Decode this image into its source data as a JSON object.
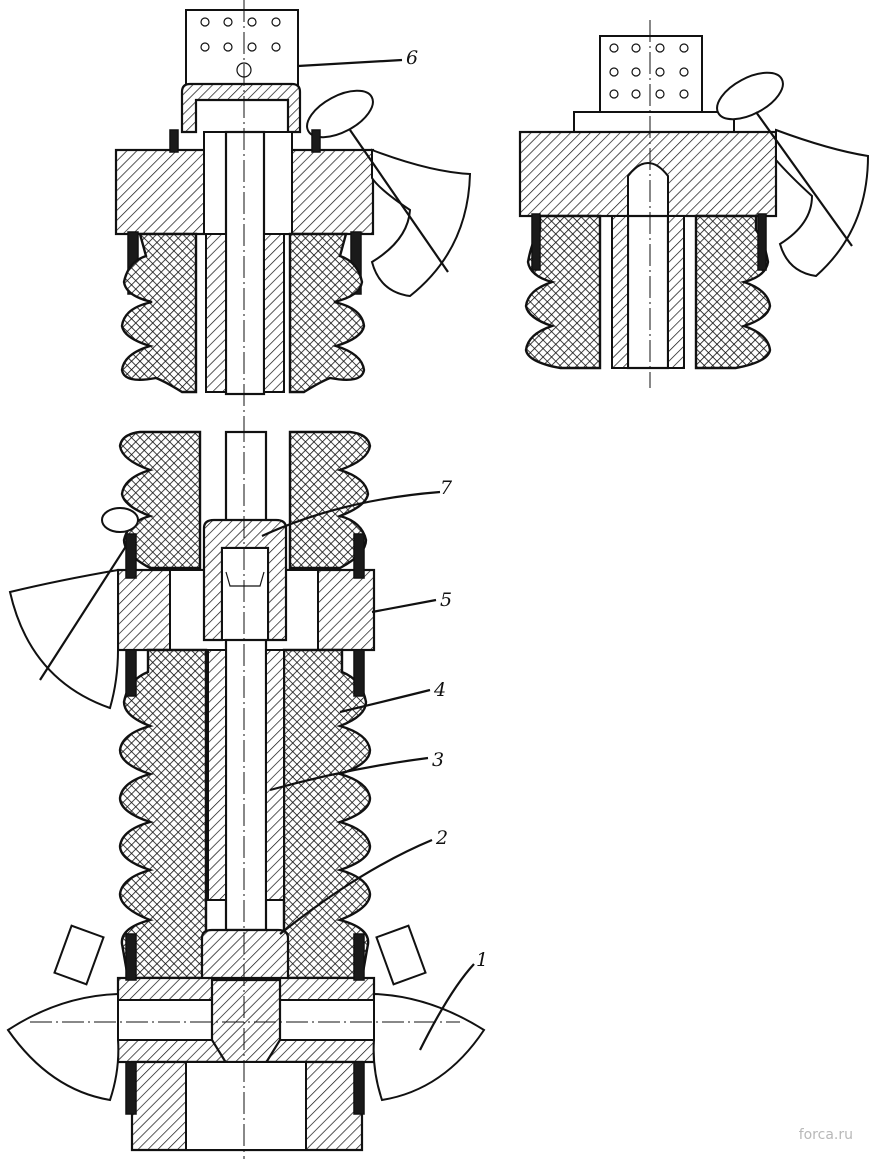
{
  "callouts": [
    {
      "id": "1",
      "text": "1"
    },
    {
      "id": "2",
      "text": "2"
    },
    {
      "id": "3",
      "text": "3"
    },
    {
      "id": "4",
      "text": "4"
    },
    {
      "id": "5",
      "text": "5"
    },
    {
      "id": "6",
      "text": "6"
    },
    {
      "id": "7",
      "text": "7"
    }
  ],
  "watermark": "forca.ru"
}
